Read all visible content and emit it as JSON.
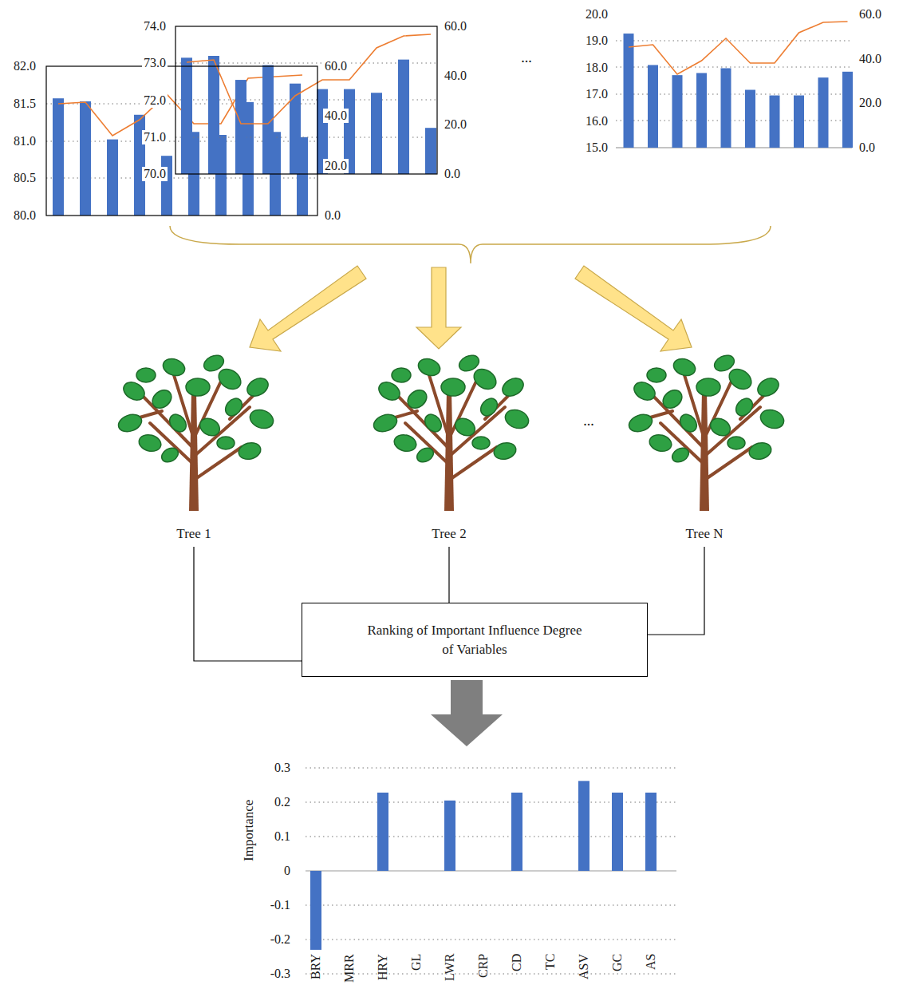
{
  "diagram": {
    "nodes": [
      {
        "text": [
          "Tree 1"
        ]
      },
      {
        "text": [
          "Tree 2"
        ]
      },
      {
        "text": [
          "Tree N"
        ]
      },
      {
        "text": [
          "Ranking of Important Influence Degree of Variables"
        ]
      }
    ],
    "edges": [
      {
        "from": 0,
        "to": 3,
        "arrow": "none"
      },
      {
        "from": 1,
        "to": 3,
        "arrow": "none"
      },
      {
        "from": 2,
        "to": 3,
        "arrow": "none"
      }
    ],
    "labels": [
      "82.0",
      "81.5",
      "81.0",
      "80.5",
      "80.0",
      "60.0",
      "40.0",
      "20.0",
      "0.0",
      "74.0",
      "73.0",
      "72.0",
      "71.0",
      "70.0",
      "60.0",
      "40.0",
      "20.0",
      "0.0",
      "...",
      "20.0",
      "19.0",
      "18.0",
      "17.0",
      "16.0",
      "15.0",
      "60.0",
      "40.0",
      "20.0",
      "0.0",
      "...",
      "0.3",
      "0.2",
      "0.1",
      "0",
      "-0.1",
      "-0.2",
      "-0.3",
      "Importance",
      "BRY",
      "MRR",
      "HRY",
      "GL",
      "LWR",
      "CRP",
      "CD",
      "TC",
      "ASV",
      "GC",
      "AS"
    ]
  }
}
